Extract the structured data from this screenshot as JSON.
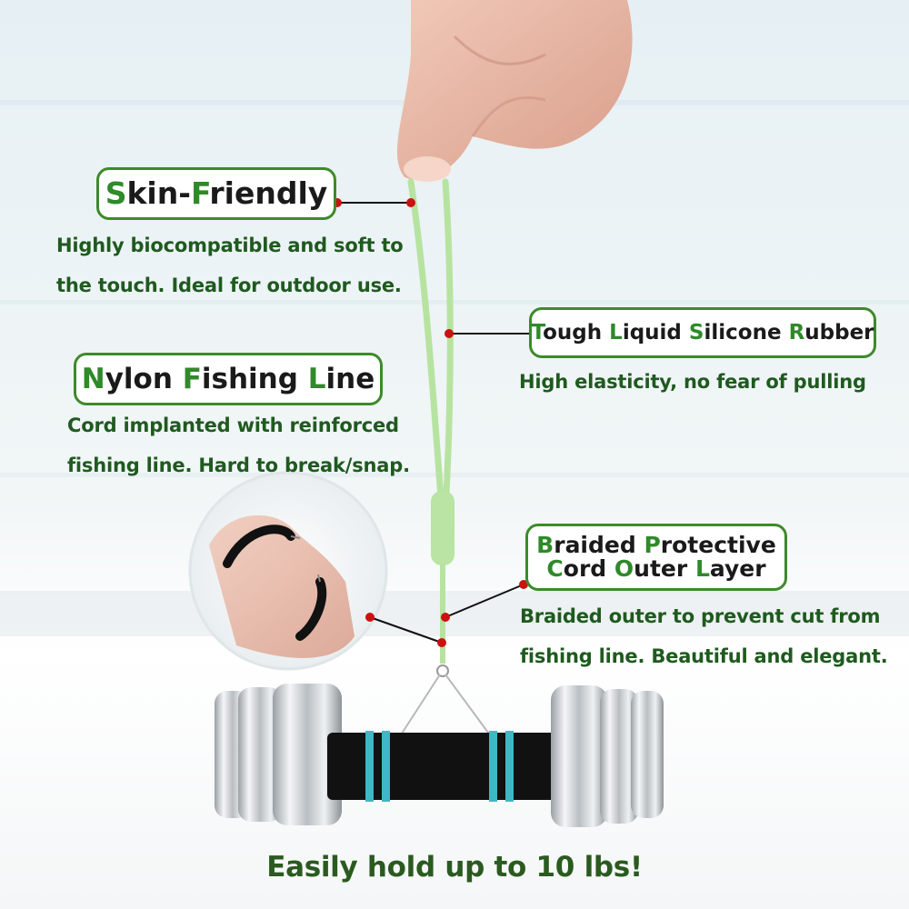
{
  "colors": {
    "badge_border": "#3d8a2a",
    "capital_letter": "#2f8a2a",
    "description_text": "#1f5a1f",
    "cord": "#b7e3a0",
    "connector_dot": "#cc1111",
    "grip_accent": "#3fb7c4"
  },
  "callouts": {
    "skin_friendly": {
      "title_parts": [
        [
          "S",
          "kin-"
        ],
        [
          "F",
          "riendly"
        ]
      ],
      "lines": [
        "Highly biocompatible and soft to",
        "the touch. Ideal for outdoor use."
      ]
    },
    "silicone_rubber": {
      "title_parts": [
        [
          "T",
          "ough"
        ],
        [
          "L",
          "iquid"
        ],
        [
          "S",
          "ilicone"
        ],
        [
          "R",
          "ubber"
        ]
      ],
      "lines": [
        "High elasticity, no fear of pulling"
      ]
    },
    "nylon_line": {
      "title_parts": [
        [
          "N",
          "ylon"
        ],
        [
          "F",
          "ishing"
        ],
        [
          "L",
          "ine"
        ]
      ],
      "lines": [
        "Cord implanted with reinforced",
        "fishing line. Hard to break/snap."
      ]
    },
    "braided_layer": {
      "title_line1": [
        [
          "B",
          "raided"
        ],
        [
          "P",
          "rotective"
        ]
      ],
      "title_line2": [
        [
          "C",
          "ord"
        ],
        [
          "O",
          "uter"
        ],
        [
          "L",
          "ayer"
        ]
      ],
      "lines": [
        "Braided outer to prevent cut from",
        "fishing line. Beautiful and elegant."
      ]
    }
  },
  "bottom_text": "Easily hold up to 10 lbs!"
}
